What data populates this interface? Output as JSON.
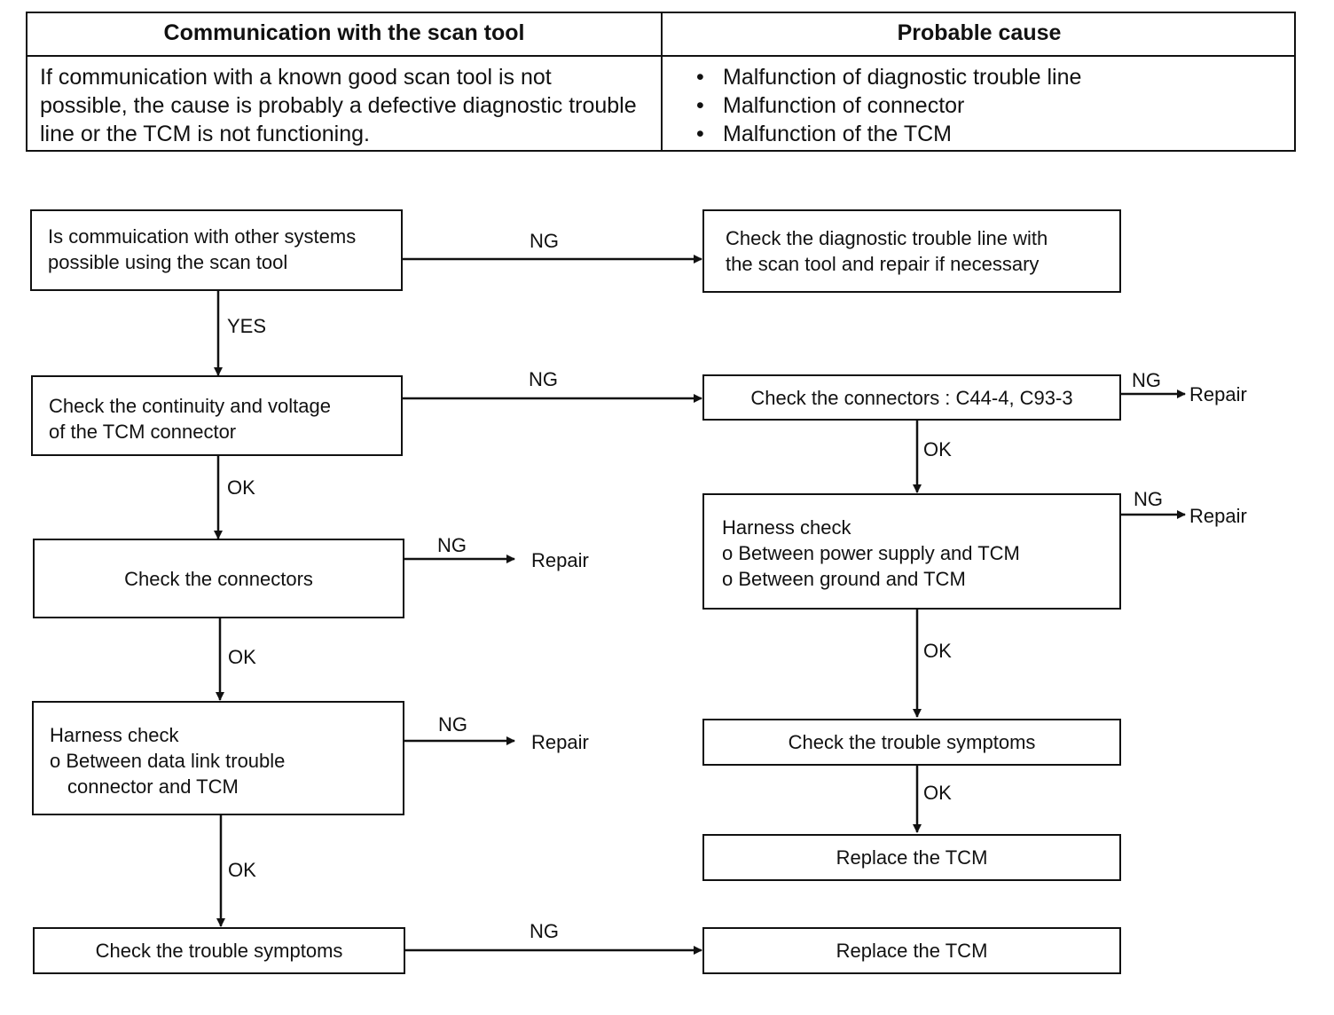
{
  "table": {
    "header_left": "Communication with the scan tool",
    "header_right": "Probable cause",
    "description": "If communication with a known good scan tool is not possible, the cause is probably a defective diagnostic trouble line or the TCM is not functioning.",
    "causes": [
      "Malfunction of diagnostic trouble line",
      "Malfunction of connector",
      "Malfunction of the TCM"
    ]
  },
  "flow": {
    "b1": {
      "line1": "Is commuication with other systems",
      "line2": "possible using the scan tool"
    },
    "b2": {
      "line1": "Check the continuity and voltage",
      "line2": "of the TCM connector"
    },
    "b3": "Check the connectors",
    "b4": {
      "title": "Harness check",
      "line1": "o Between data link trouble",
      "line2": "connector and TCM"
    },
    "b5": "Check the trouble symptoms",
    "r1": {
      "line1": "Check the diagnostic trouble line with",
      "line2": "the scan tool and repair if necessary"
    },
    "r2": "Check the connectors : C44-4, C93-3",
    "r3": {
      "title": "Harness check",
      "line1": "o Between power supply and TCM",
      "line2": "o Between ground and TCM"
    },
    "r4": "Check the trouble symptoms",
    "r5": "Replace the TCM",
    "r6": "Replace the TCM",
    "labels": {
      "ng": "NG",
      "ok": "OK",
      "yes": "YES",
      "repair": "Repair"
    }
  }
}
